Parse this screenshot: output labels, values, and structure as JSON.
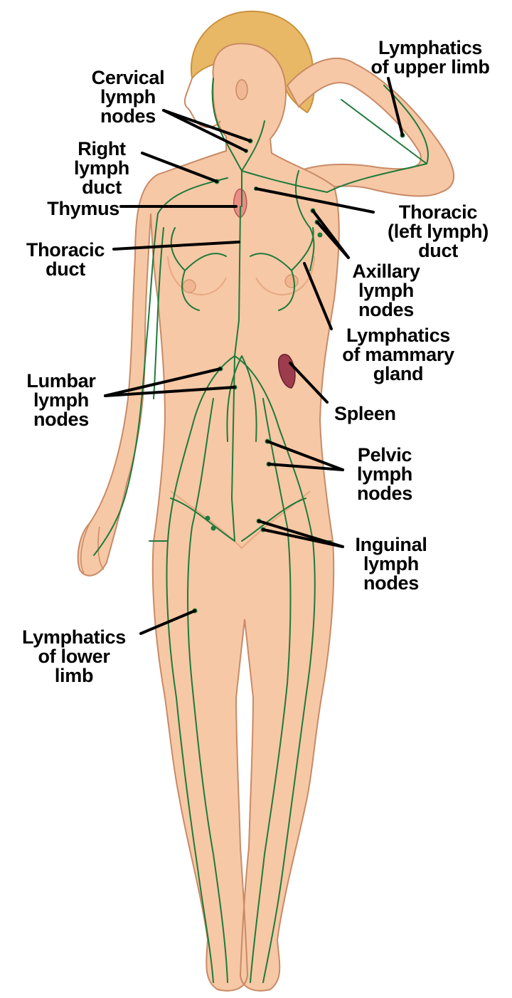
{
  "colors": {
    "skin": "#f6c8a6",
    "skin_shadow": "#e8a882",
    "skin_outline": "#c98a66",
    "hair": "#e8b866",
    "hair_shadow": "#c9923e",
    "lymph": "#1f7a3a",
    "thymus": "#e98e86",
    "spleen": "#9c3c4c",
    "leader": "#000000"
  },
  "labels": {
    "lymphatics_upper_limb": [
      "Lymphatics",
      "of upper limb"
    ],
    "cervical": [
      "Cervical",
      "lymph",
      "nodes"
    ],
    "right_lymph_duct": [
      "Right",
      "lymph",
      "duct"
    ],
    "thymus": [
      "Thymus"
    ],
    "thoracic_left": [
      "Thoracic",
      "(left lymph)",
      "duct"
    ],
    "thoracic_duct": [
      "Thoracic",
      "duct"
    ],
    "axillary": [
      "Axillary",
      "lymph",
      "nodes"
    ],
    "mammary": [
      "Lymphatics",
      "of mammary",
      "gland"
    ],
    "lumbar": [
      "Lumbar",
      "lymph",
      "nodes"
    ],
    "spleen": [
      "Spleen"
    ],
    "pelvic": [
      "Pelvic",
      "lymph",
      "nodes"
    ],
    "inguinal": [
      "Inguinal",
      "lymph",
      "nodes"
    ],
    "lower_limb": [
      "Lymphatics",
      "of lower",
      "limb"
    ]
  }
}
